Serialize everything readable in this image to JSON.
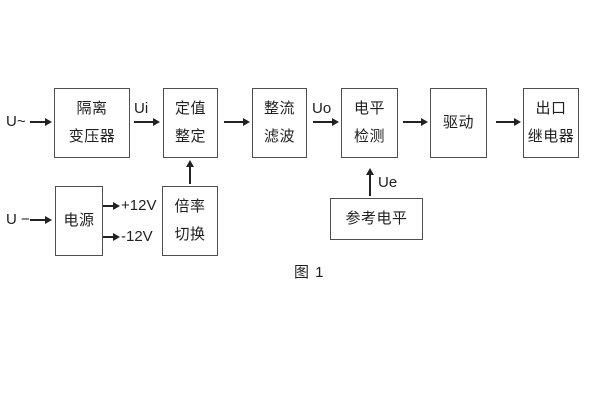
{
  "diagram": {
    "caption": "图 1",
    "colors": {
      "background": "#ffffff",
      "box_border": "#4f4f4f",
      "text": "#1f1f1f",
      "arrow": "#222222"
    },
    "blocks": [
      {
        "name": "isolation-transformer",
        "lines": [
          "隔离",
          "变压器"
        ]
      },
      {
        "name": "value-setting",
        "lines": [
          "定值",
          "整定"
        ]
      },
      {
        "name": "rectifier-filter",
        "lines": [
          "整流",
          "滤波"
        ]
      },
      {
        "name": "level-detection",
        "lines": [
          "电平",
          "检测"
        ]
      },
      {
        "name": "drive",
        "lines": [
          "驱动"
        ]
      },
      {
        "name": "output-relay",
        "lines": [
          "出口",
          "继电器"
        ]
      },
      {
        "name": "power-supply",
        "lines": [
          "电源"
        ]
      },
      {
        "name": "ratio-switch",
        "lines": [
          "倍率",
          "切换"
        ]
      },
      {
        "name": "reference-level",
        "lines": [
          "参考电平"
        ]
      }
    ],
    "signals": {
      "ac_input": "U~",
      "dc_input": "U −",
      "ui": "Ui",
      "uo": "Uo",
      "ue": "Ue",
      "plus_12v": "+12V",
      "minus_12v": "-12V"
    }
  }
}
